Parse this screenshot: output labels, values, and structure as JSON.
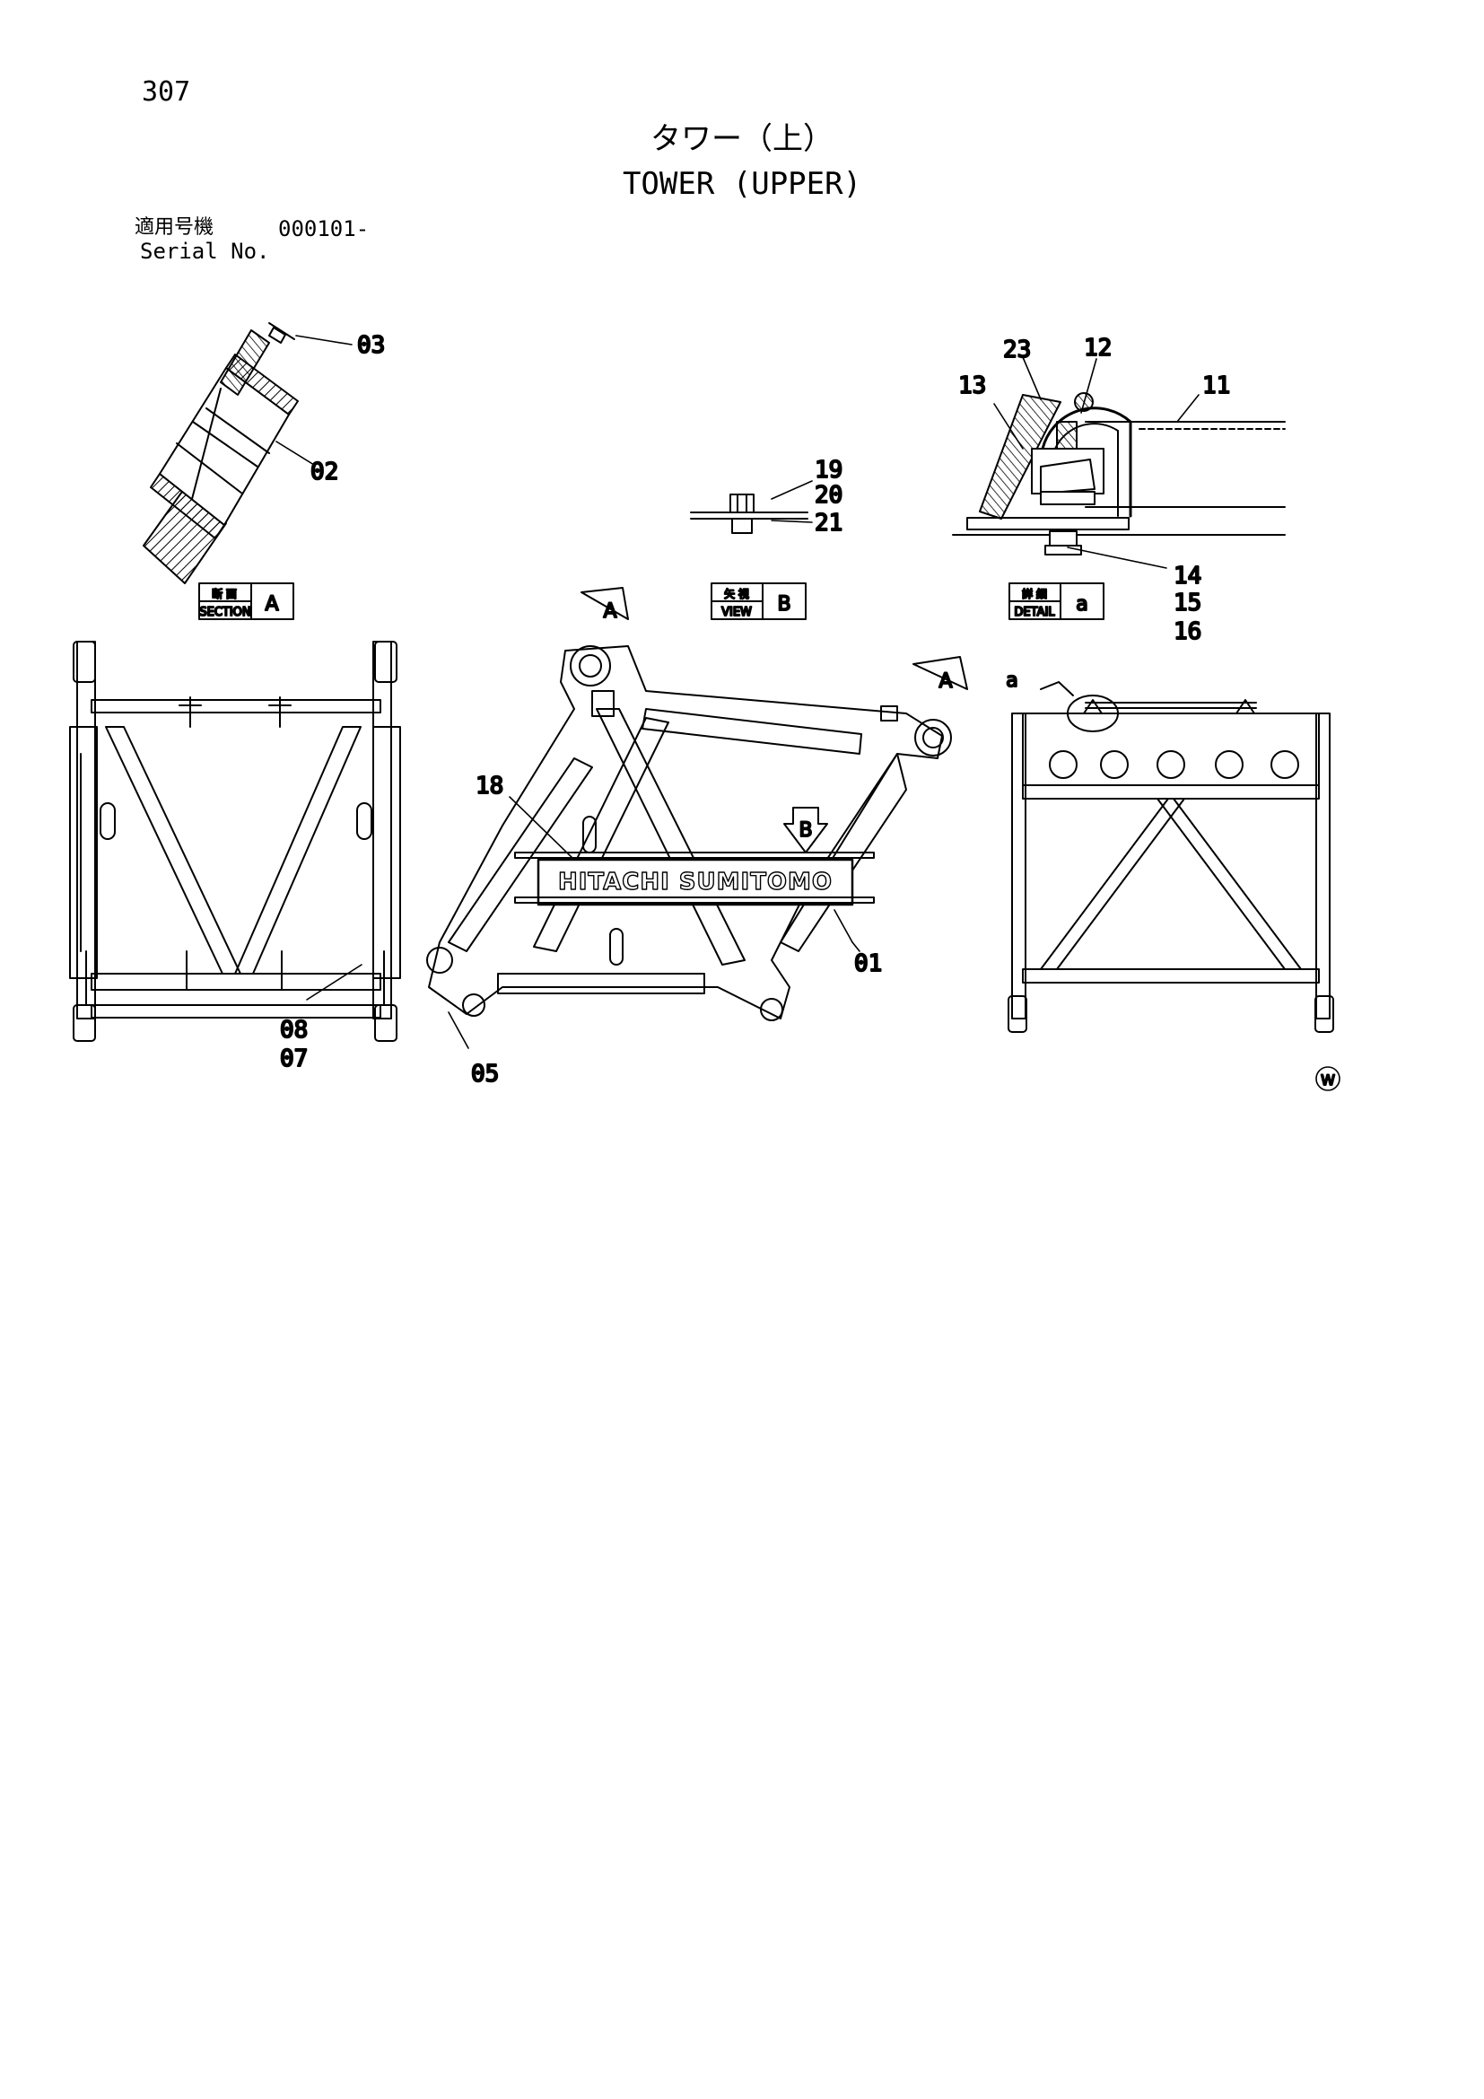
{
  "page_number": "307",
  "title_jp": "タワー（上）",
  "title_en": "TOWER (UPPER)",
  "serial": {
    "label_jp": "適用号機",
    "value": "000101-",
    "label_en": "Serial No."
  },
  "section_tags": [
    {
      "jp": "断 面",
      "en": "SECTION",
      "letter": "A"
    },
    {
      "jp": "矢 視",
      "en": "VIEW",
      "letter": "B"
    },
    {
      "jp": "詳 細",
      "en": "DETAIL",
      "letter": "a"
    }
  ],
  "view_markers": {
    "a1": "A",
    "a2": "A",
    "b": "B",
    "detail_a": "a"
  },
  "sign_text": "HITACHI SUMITOMO",
  "part_numbers": {
    "p01": "01",
    "p02": "02",
    "p03": "03",
    "p05": "05",
    "p07": "07",
    "p08": "08",
    "p11": "11",
    "p12": "12",
    "p13": "13",
    "p14": "14",
    "p15": "15",
    "p16": "16",
    "p18": "18",
    "p19": "19",
    "p20": "20",
    "p21": "21",
    "p23": "23"
  },
  "watermark": "W"
}
